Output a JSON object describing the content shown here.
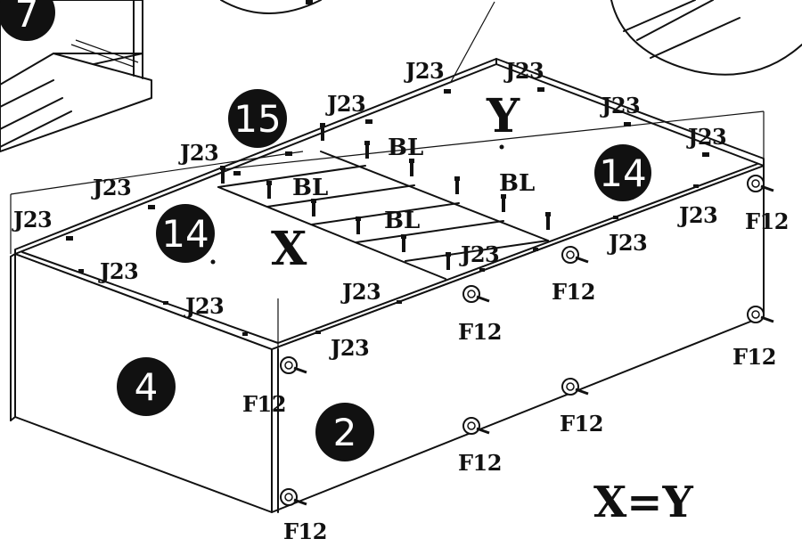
{
  "figure": {
    "badges": {
      "b7": "7",
      "b15": "15",
      "b14a": "14",
      "b14b": "14",
      "b4": "4",
      "b2": "2"
    },
    "parts": {
      "j23": "J23",
      "bl": "BL",
      "f12": "F12"
    },
    "marks": {
      "x": "X",
      "y": "Y",
      "equation": "X=Y"
    }
  }
}
